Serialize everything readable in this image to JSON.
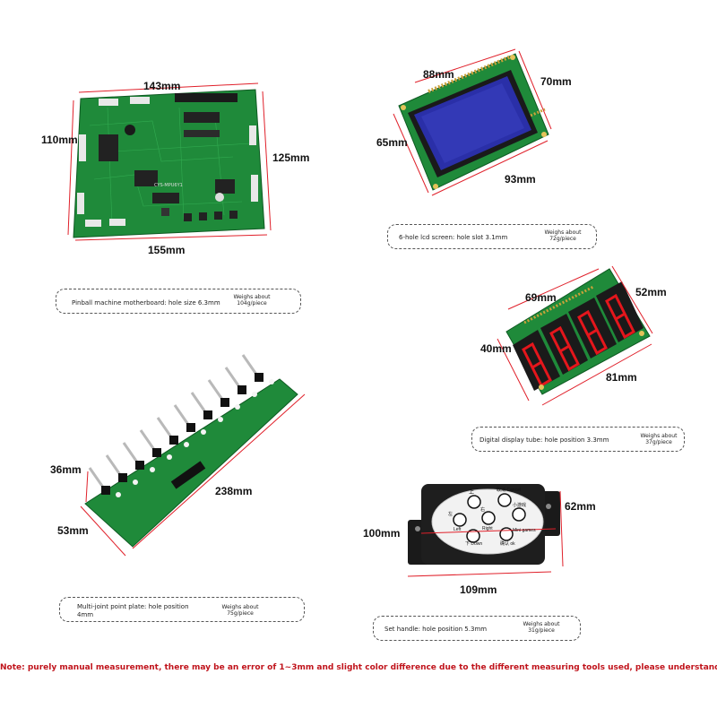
{
  "motherboard": {
    "width_top": "143mm",
    "width_bottom": "155mm",
    "height_left": "110mm",
    "height_right": "125mm",
    "silkscreen": "CYS-MPU6Y1",
    "caption": "Pinball machine motherboard: hole size 6.3mm",
    "weight_line1": "Weighs about",
    "weight_line2": "104g/piece"
  },
  "lcd": {
    "width_top": "88mm",
    "depth": "70mm",
    "height_left": "65mm",
    "width_bottom": "93mm",
    "caption": "6-hole lcd screen: hole slot 3.1mm",
    "weight_line1": "Weighs about",
    "weight_line2": "72g/piece"
  },
  "display": {
    "width_top": "69mm",
    "depth": "52mm",
    "height_left": "40mm",
    "width_bottom": "81mm",
    "caption": "Digital display tube: hole position 3.3mm",
    "weight_line1": "Weighs about",
    "weight_line2": "37g/piece"
  },
  "plate": {
    "height_left": "36mm",
    "length": "238mm",
    "width_left": "53mm",
    "caption_line1": "Multi-joint point plate: hole position",
    "caption_line2": "4mm",
    "weight_line1": "Weighs about",
    "weight_line2": "75g/piece"
  },
  "handle": {
    "width_left": "100mm",
    "depth": "62mm",
    "width_bottom": "109mm",
    "keys": {
      "up": "上",
      "up_en": "Up",
      "cancel_cn": "取消",
      "cancel_en": "Cancel",
      "left_cn": "左",
      "left_en": "Left",
      "right_cn": "右",
      "right_en": "Right",
      "mini_cn": "小游戏",
      "mini_en": "Mini games",
      "down_cn": "下",
      "down_en": "Down",
      "ok_cn": "确认",
      "ok_en": "ok"
    },
    "caption": "Set handle: hole position 5.3mm",
    "weight_line1": "Weighs about",
    "weight_line2": "31g/piece"
  },
  "note": "Note: purely manual measurement, there may be an error of 1~3mm and slight color difference due to the different measuring tools used, please understand!",
  "colors": {
    "pcb_green": "#1f8a3a",
    "pcb_dark": "#136b2a",
    "lcd_blue": "#2a2fa8",
    "segment_red": "#e4161c",
    "dimension_red": "#e0202a",
    "note_red": "#c0141c"
  }
}
